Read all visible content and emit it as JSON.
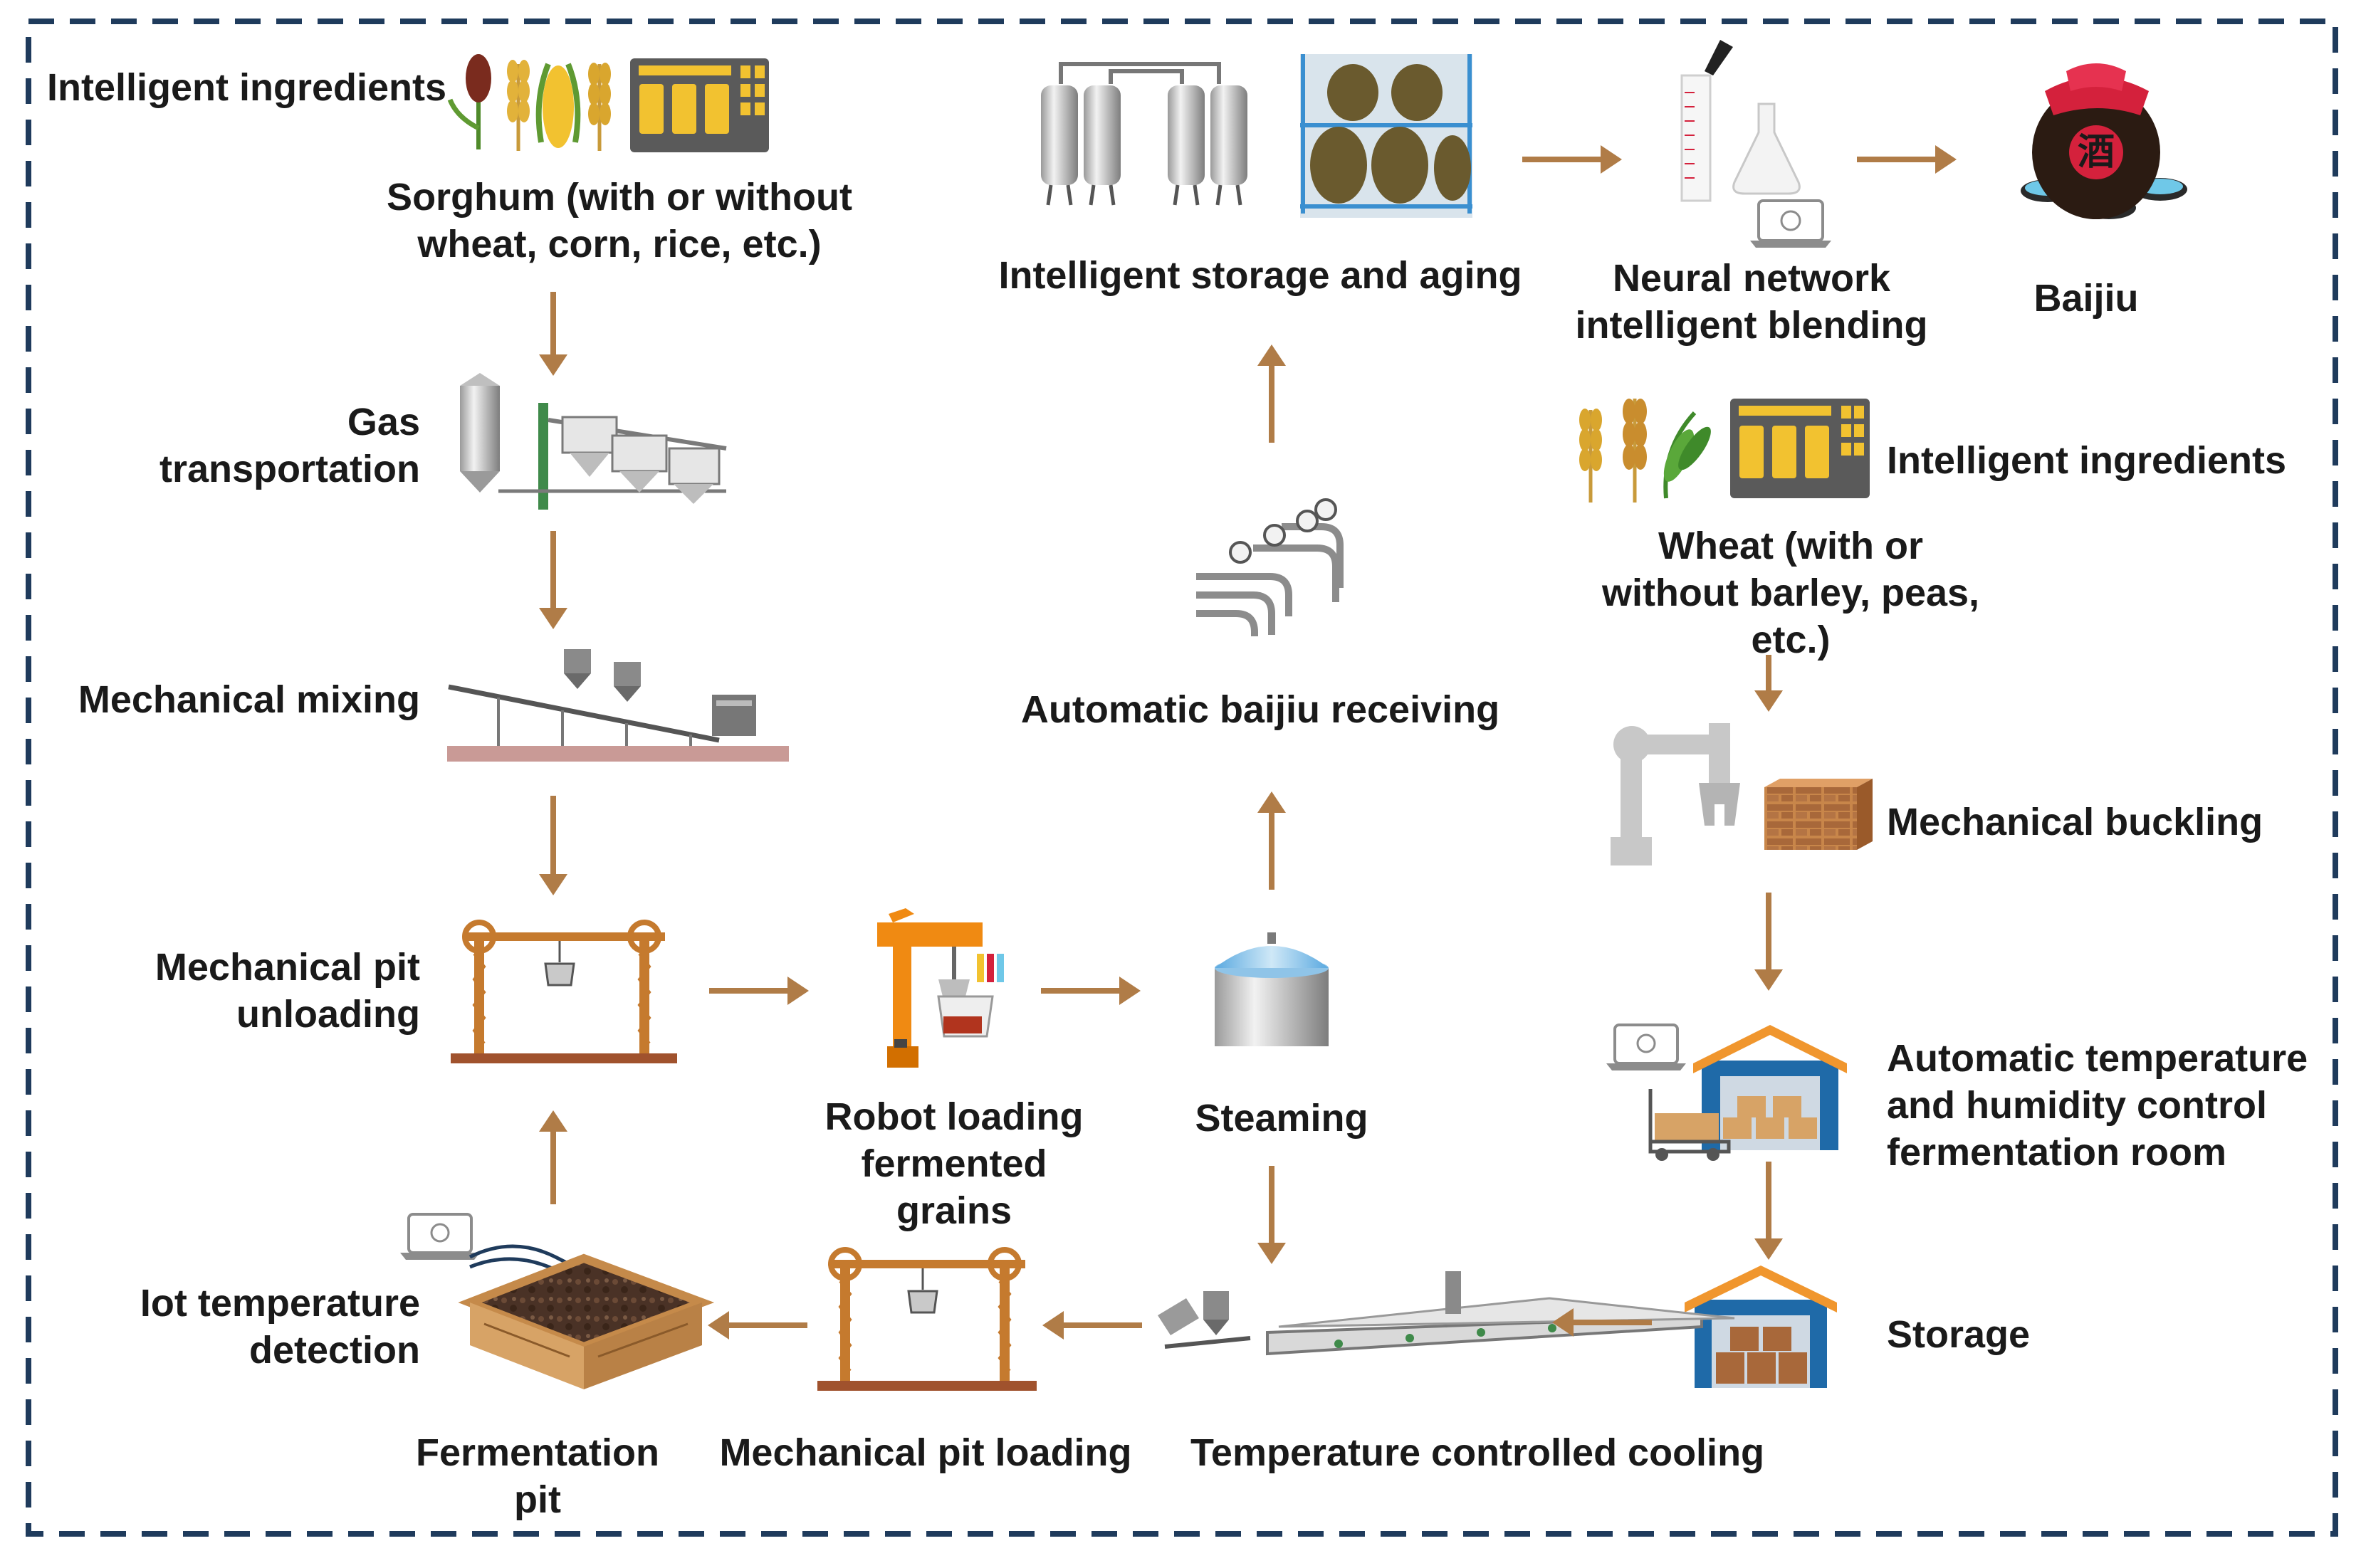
{
  "colors": {
    "border": "#1f3b5c",
    "arrow": "#b07c47",
    "steel_light": "#e6e6e6",
    "steel_dark": "#8c8c8c",
    "grain_yellow": "#e2b23a",
    "silo_yellow": "#f2c230",
    "crane": "#c57a2e",
    "robot_orange": "#f08a12",
    "warehouse_blue": "#1f6aa8",
    "warehouse_roof": "#f0962e",
    "jar_red": "#d4213c",
    "bowl_blue": "#6fc8e8",
    "soil": "#4a3226",
    "wood": "#d7a366"
  },
  "nodes": {
    "intelligent_ingredients_1": {
      "lines": [
        "Intelligent ingredients"
      ],
      "icons": [
        "sorghum-icon",
        "wheat-icon",
        "corn-icon",
        "ingredient-silo-icon"
      ]
    },
    "sorghum": {
      "lines": [
        "Sorghum (with or without",
        "wheat, corn, rice, etc.)"
      ]
    },
    "gas_transportation": {
      "lines": [
        "Gas",
        "transportation"
      ],
      "icons": [
        "pneumatic-conveyor-icon"
      ]
    },
    "mechanical_mixing": {
      "lines": [
        "Mechanical mixing"
      ],
      "icons": [
        "mixing-line-icon"
      ]
    },
    "mechanical_pit_unloading": {
      "lines": [
        "Mechanical pit",
        "unloading"
      ],
      "icons": [
        "gantry-crane-icon"
      ]
    },
    "iot_temperature_detection": {
      "lines": [
        "Iot temperature",
        "detection"
      ],
      "icons": [
        "laptop-sensor-icon"
      ]
    },
    "fermentation_pit": {
      "lines": [
        "Fermentation",
        "pit"
      ],
      "icons": [
        "fermentation-pit-icon"
      ]
    },
    "mechanical_pit_loading": {
      "lines": [
        "Mechanical pit loading"
      ],
      "icons": [
        "gantry-crane-icon"
      ]
    },
    "robot_loading": {
      "lines": [
        "Robot loading",
        "fermented",
        "grains"
      ],
      "icons": [
        "loading-robot-icon"
      ]
    },
    "steaming": {
      "lines": [
        "Steaming"
      ],
      "icons": [
        "steamer-icon"
      ]
    },
    "temperature_controlled_cooling": {
      "lines": [
        "Temperature controlled cooling"
      ],
      "icons": [
        "cooling-conveyor-icon"
      ]
    },
    "automatic_baijiu_receiving": {
      "lines": [
        "Automatic baijiu receiving"
      ],
      "icons": [
        "pipes-gauges-icon"
      ]
    },
    "intelligent_storage_aging": {
      "lines": [
        "Intelligent storage and aging"
      ],
      "icons": [
        "storage-tanks-icon",
        "aging-jars-rack-icon"
      ]
    },
    "neural_network_blending": {
      "lines": [
        "Neural network",
        "intelligent blending"
      ],
      "icons": [
        "graduated-cylinder-icon",
        "flask-icon",
        "laptop-icon"
      ]
    },
    "baijiu": {
      "lines": [
        "Baijiu"
      ],
      "jar_character": "酒",
      "icons": [
        "baijiu-jar-icon"
      ]
    },
    "intelligent_ingredients_2": {
      "lines": [
        "Intelligent ingredients"
      ],
      "icons": [
        "wheat-icon",
        "barley-icon",
        "peas-icon",
        "ingredient-silo-icon"
      ]
    },
    "wheat": {
      "lines": [
        "Wheat (with or",
        "without barley, peas,",
        "etc.)"
      ]
    },
    "mechanical_buckling": {
      "lines": [
        "Mechanical buckling"
      ],
      "icons": [
        "robot-arm-icon",
        "qu-bricks-icon"
      ]
    },
    "fermentation_room": {
      "lines": [
        "Automatic temperature",
        "and humidity control",
        "fermentation room"
      ],
      "icons": [
        "laptop-icon",
        "warehouse-icon"
      ]
    },
    "storage": {
      "lines": [
        "Storage"
      ],
      "icons": [
        "warehouse-icon"
      ]
    }
  },
  "edges": [
    {
      "from": "sorghum",
      "to": "gas_transportation"
    },
    {
      "from": "gas_transportation",
      "to": "mechanical_mixing"
    },
    {
      "from": "mechanical_mixing",
      "to": "mechanical_pit_unloading"
    },
    {
      "from": "fermentation_pit",
      "to": "mechanical_pit_unloading"
    },
    {
      "from": "mechanical_pit_unloading",
      "to": "robot_loading"
    },
    {
      "from": "robot_loading",
      "to": "steaming"
    },
    {
      "from": "steaming",
      "to": "automatic_baijiu_receiving"
    },
    {
      "from": "automatic_baijiu_receiving",
      "to": "intelligent_storage_aging"
    },
    {
      "from": "intelligent_storage_aging",
      "to": "neural_network_blending"
    },
    {
      "from": "neural_network_blending",
      "to": "baijiu"
    },
    {
      "from": "steaming",
      "to": "temperature_controlled_cooling"
    },
    {
      "from": "wheat",
      "to": "mechanical_buckling"
    },
    {
      "from": "mechanical_buckling",
      "to": "fermentation_room"
    },
    {
      "from": "fermentation_room",
      "to": "storage"
    },
    {
      "from": "storage",
      "to": "temperature_controlled_cooling"
    },
    {
      "from": "temperature_controlled_cooling",
      "to": "mechanical_pit_loading"
    },
    {
      "from": "mechanical_pit_loading",
      "to": "fermentation_pit"
    }
  ]
}
